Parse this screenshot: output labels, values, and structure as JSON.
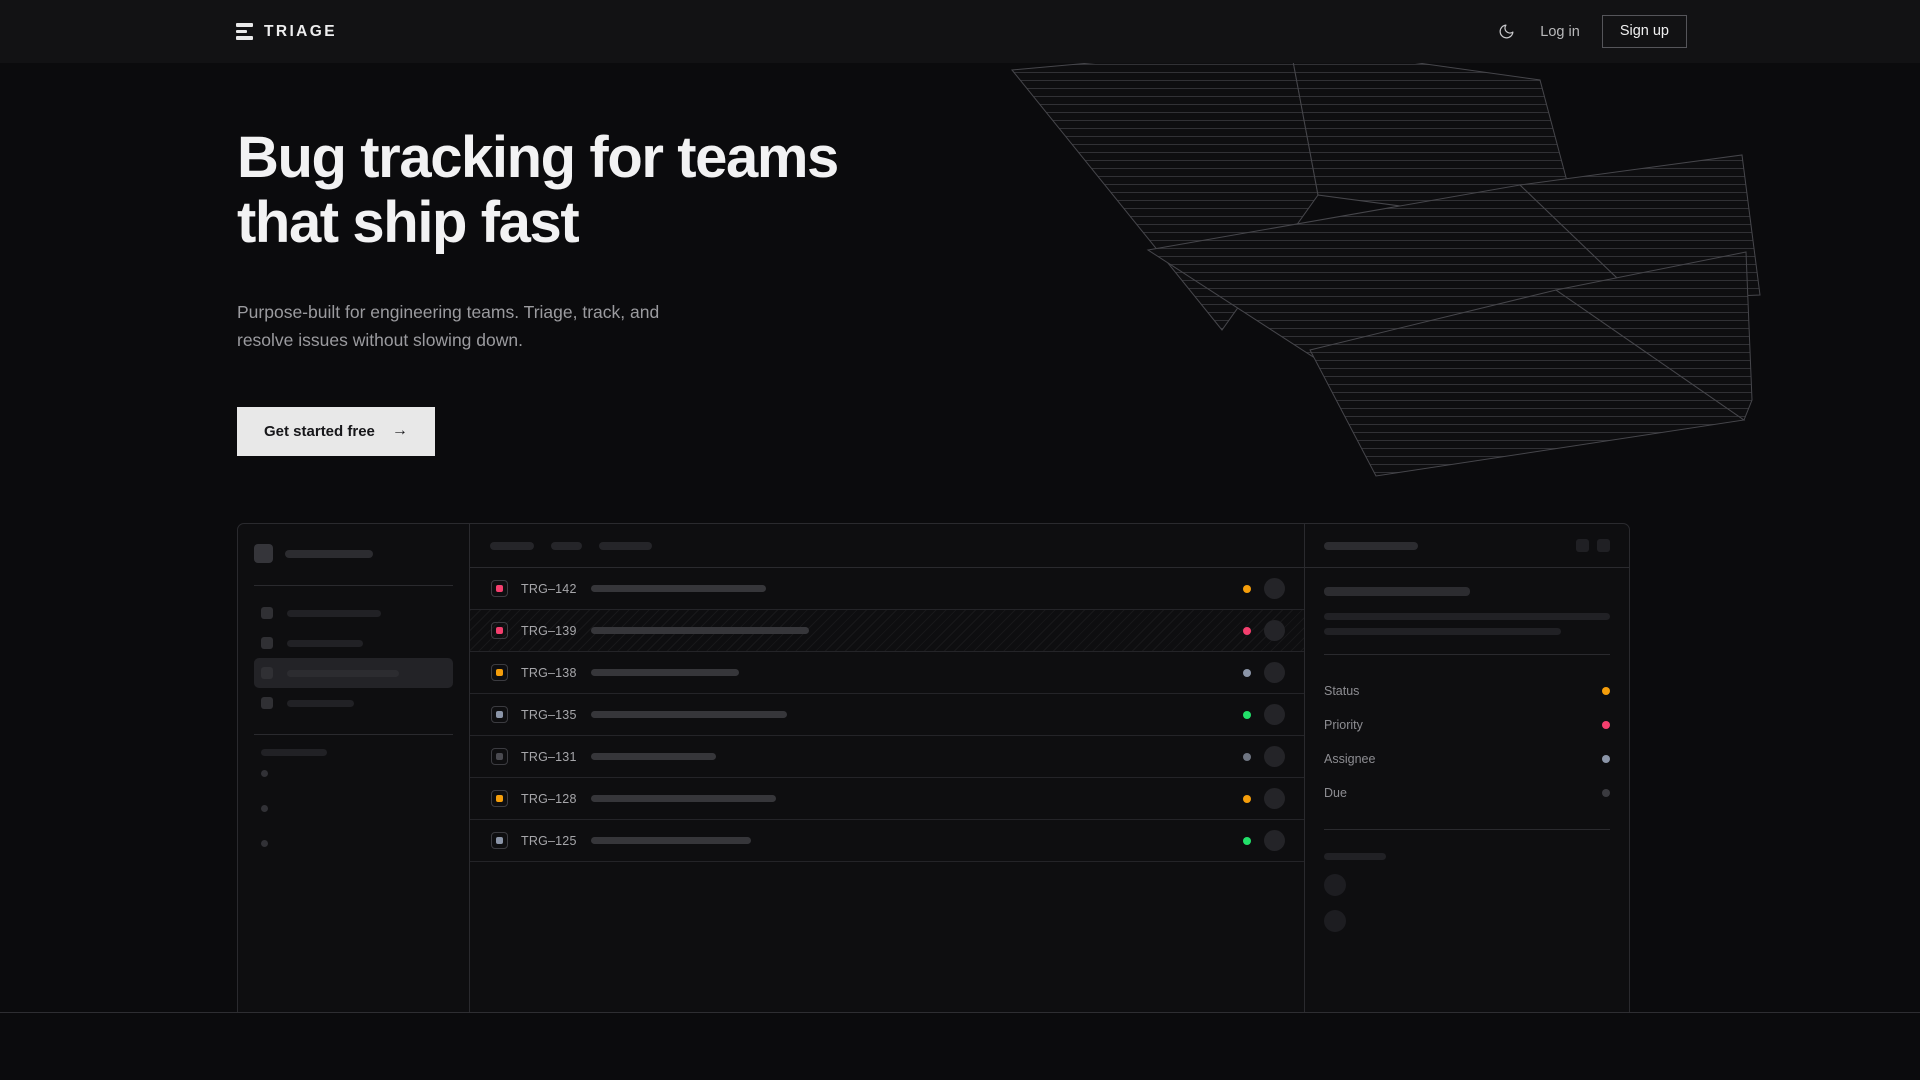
{
  "header": {
    "brand": "TRIAGE",
    "brand_icon": "stacked-bars-icon",
    "theme_toggle_icon": "moon-icon",
    "login_label": "Log in",
    "signup_label": "Sign up"
  },
  "hero": {
    "heading": "Bug tracking for teams\nthat ship fast",
    "subheading": "Purpose-built for engineering teams. Triage, track, and\nresolve issues without slowing down.",
    "cta_label": "Get started free",
    "cta_arrow": "→"
  },
  "mockup": {
    "sidebar": {
      "nav_item_count": 4,
      "active_nav_index": 2,
      "sub_item_count": 3
    },
    "toolbar": {
      "pill_widths": [
        56,
        38,
        50
      ]
    },
    "rows": [
      {
        "id": "TRG–142",
        "priority_color": "#f43f6e",
        "title_width": 175,
        "status_color": "#f59e0b"
      },
      {
        "id": "TRG–139",
        "priority_color": "#f43f6e",
        "title_width": 218,
        "status_color": "#f43f6e",
        "selected": true
      },
      {
        "id": "TRG–138",
        "priority_color": "#f59e0b",
        "title_width": 148,
        "status_color": "#8b95a8"
      },
      {
        "id": "TRG–135",
        "priority_color": "#8b95a8",
        "title_width": 196,
        "status_color": "#22e06a"
      },
      {
        "id": "TRG–131",
        "priority_color": "#4a4a50",
        "title_width": 125,
        "status_color": "#6f7582"
      },
      {
        "id": "TRG–128",
        "priority_color": "#f59e0b",
        "title_width": 185,
        "status_color": "#f59e0b"
      },
      {
        "id": "TRG–125",
        "priority_color": "#8b95a8",
        "title_width": 160,
        "status_color": "#22e06a"
      }
    ],
    "panel": {
      "title_width": 92,
      "action_count": 2,
      "summary_width": 130,
      "line_widths": [
        250,
        215
      ],
      "meta": [
        {
          "label": "Status",
          "color": "#f59e0b"
        },
        {
          "label": "Priority",
          "color": "#f43f6e"
        },
        {
          "label": "Assignee",
          "color": "#8b95a8"
        },
        {
          "label": "Due",
          "color": "#3a3a3f"
        }
      ],
      "footer_label_width": 58,
      "footer_avatar_count": 2
    }
  },
  "colors": {
    "background": "#0b0b0d",
    "header_bg": "#121214",
    "text_primary": "#f2f2f3",
    "text_muted": "#9b9b9f",
    "border": "#2a2a2e",
    "cta_bg": "#e8e8e8",
    "amber": "#f59e0b",
    "pink": "#f43f6e",
    "green": "#22e06a",
    "slate": "#8b95a8"
  }
}
